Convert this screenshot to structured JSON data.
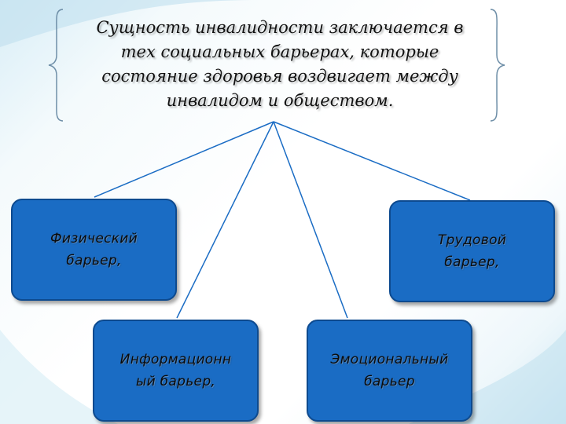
{
  "statement": {
    "lines": [
      "Сущность инвалидности заключается в",
      "тех социальных барьерах, которые",
      "состояние здоровья воздвигает между",
      "инвалидом и обществом."
    ]
  },
  "barriers": {
    "physical": "Физический\nбарьер,",
    "labor": "Трудовой\nбарьер,",
    "informational": "Информационн\nый барьер,",
    "emotional": "Эмоциональный\nбарьер"
  },
  "colors": {
    "box_fill": "#1a6cc4",
    "box_border": "#0d4a8f",
    "connector": "#1a6cc4"
  }
}
